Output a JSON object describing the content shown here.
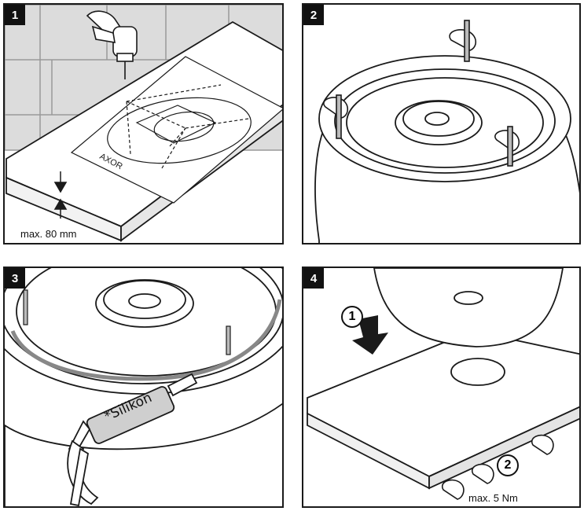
{
  "panels": [
    {
      "number": "1",
      "caption": "max. 80 mm",
      "brand": "AXOR"
    },
    {
      "number": "2"
    },
    {
      "number": "3",
      "tube_label": "*Silikon"
    },
    {
      "number": "4",
      "step_1": "1",
      "step_2": "2",
      "torque_label": "max. 5 Nm"
    }
  ],
  "colors": {
    "line": "#1a1a1a",
    "tile": "#d9d9d9",
    "shade": "#bdbdbd",
    "fill": "#ffffff"
  }
}
